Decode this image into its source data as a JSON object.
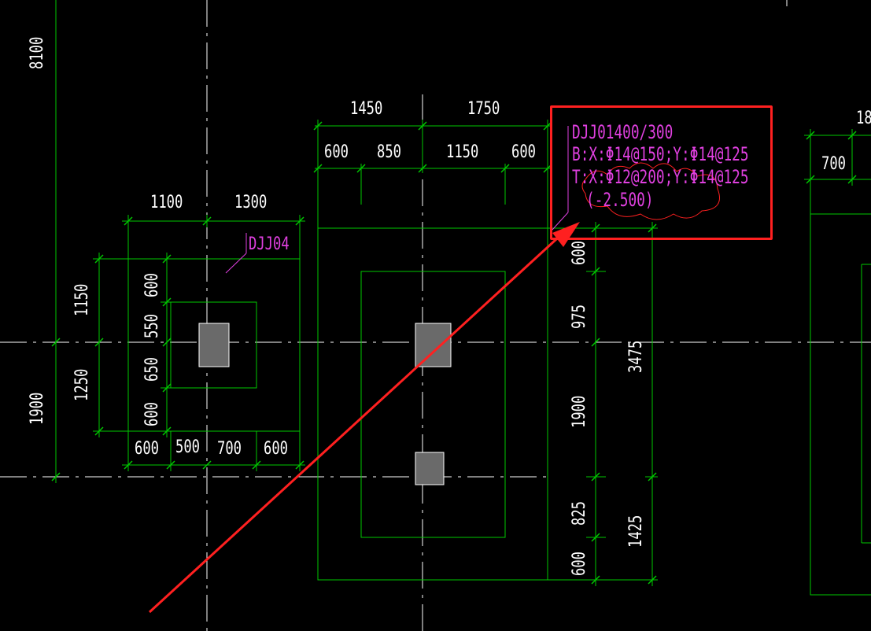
{
  "drawing": {
    "dims_top_right": {
      "a": "1450",
      "b": "1750",
      "c": "600",
      "d": "850",
      "e": "1150",
      "f": "600"
    },
    "dims_top_left": {
      "a": "1100",
      "b": "1300"
    },
    "dims_bottom_left": {
      "a": "600",
      "b": "500",
      "c": "700",
      "d": "600"
    },
    "dims_vert_left_outer": {
      "a": "8100",
      "b": "1900"
    },
    "dims_vert_left_inner": {
      "a": "1150",
      "b": "1250"
    },
    "dims_vert_left_detail": {
      "a": "600",
      "b": "550",
      "c": "650",
      "d": "600"
    },
    "dims_vert_right_detail": {
      "a": "600",
      "b": "975",
      "c": "1900",
      "d": "825",
      "e": "600"
    },
    "dims_vert_right_outer": {
      "a": "3475",
      "b": "1425"
    },
    "dims_far_right": {
      "a": "700",
      "b": "18"
    },
    "tag_djj04": "DJJ04",
    "note": {
      "line1": "DJJ01400/300",
      "line2": "B:X:Φ14@150;Y:Φ14@125",
      "line3": "T:X:Φ12@200;Y:Φ14@125",
      "line4": "(-2.500)"
    },
    "colors": {
      "background": "#000000",
      "lines": "#00c800",
      "text": "#ffffff",
      "annotation": "#e040e0",
      "highlight": "#ff2020",
      "column": "#6a6a6a"
    }
  }
}
